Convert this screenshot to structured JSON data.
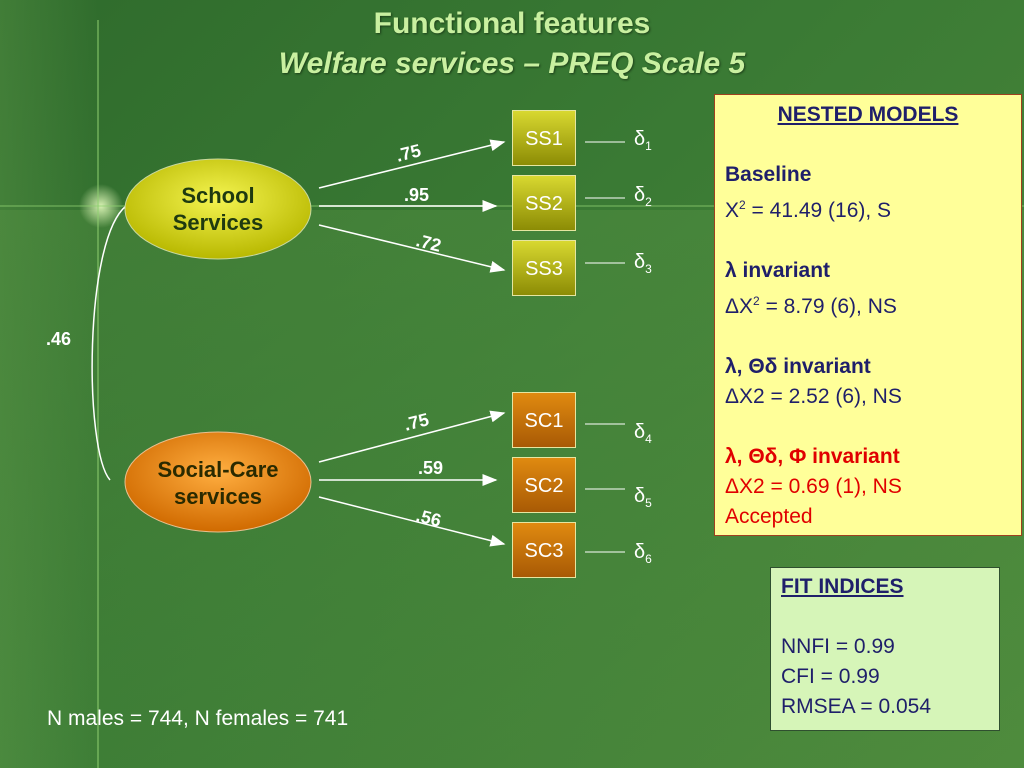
{
  "title": "Functional features",
  "subtitle": "Welfare services – PREQ Scale 5",
  "factors": [
    {
      "line1": "School",
      "line2": "Services"
    },
    {
      "line1": "Social-Care",
      "line2": "services"
    }
  ],
  "indicators": [
    "SS1",
    "SS2",
    "SS3",
    "SC1",
    "SC2",
    "SC3"
  ],
  "errors": [
    {
      "symbol": "δ",
      "sub": "1"
    },
    {
      "symbol": "δ",
      "sub": "2"
    },
    {
      "symbol": "δ",
      "sub": "3"
    },
    {
      "symbol": "δ",
      "sub": "4"
    },
    {
      "symbol": "δ",
      "sub": "5"
    },
    {
      "symbol": "δ",
      "sub": "6"
    }
  ],
  "loadings": [
    ".75",
    ".95",
    ".72",
    ".75",
    ".59",
    ".56"
  ],
  "correlation": ".46",
  "nested": {
    "heading": "NESTED MODELS",
    "baseline_label": "Baseline",
    "baseline_value": {
      "pre": "X",
      "sup": "2",
      "post": " = 41.49 (16), S"
    },
    "m1_label": "λ  invariant",
    "m1_value": {
      "pre": "ΔX",
      "sup": "2",
      "post": " = 8.79 (6), NS"
    },
    "m2_label": "λ, Θδ invariant",
    "m2_value": "ΔX2 = 2.52 (6), NS",
    "m3_label": "λ, Θδ, Φ invariant",
    "m3_value": "ΔX2 = 0.69 (1), NS",
    "m3_status": "Accepted"
  },
  "fit": {
    "heading": "FIT INDICES",
    "nnfi": "NNFI = 0.99",
    "cfi": "CFI = 0.99",
    "rmsea": "RMSEA = 0.054"
  },
  "footer": "N males = 744, N females = 741",
  "colors": {
    "background": "#3a7a34",
    "title": "#c9f0a0",
    "school_fill": "#e0e020",
    "social_fill": "#f08a10",
    "panel_bg": "#ffff99",
    "panel_text": "#1f1f6a",
    "accent_red": "#e00000",
    "fit_bg": "#d6f5b8"
  }
}
